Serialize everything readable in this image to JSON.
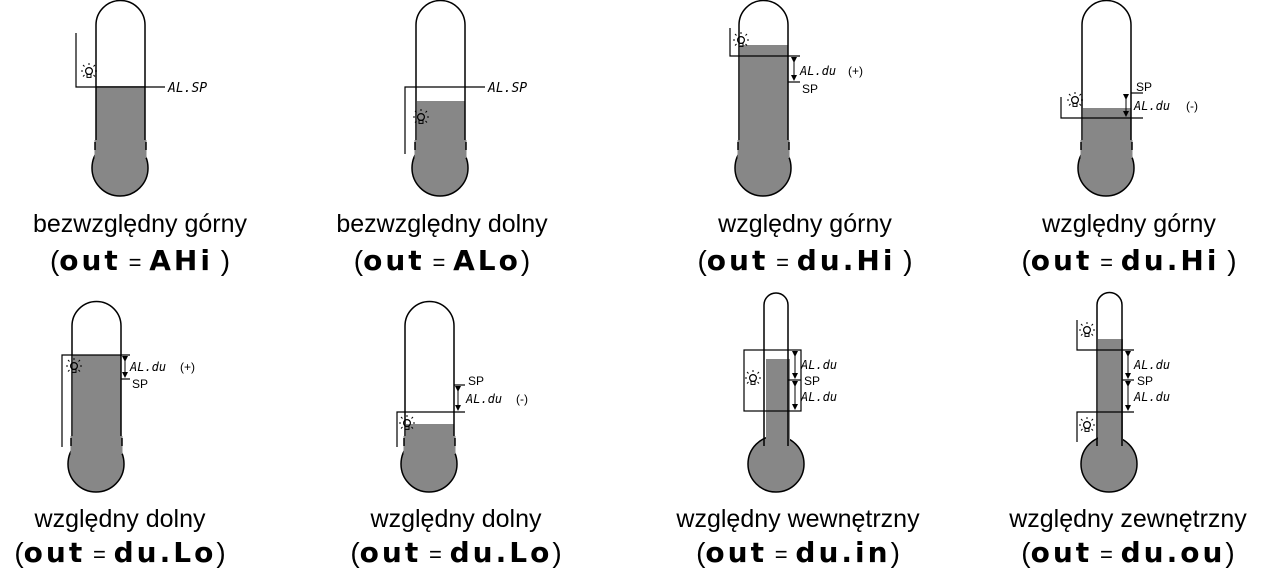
{
  "colors": {
    "fill": "#878787",
    "stroke": "#000000"
  },
  "icon": "alarm-bulb-icon",
  "panels": [
    {
      "caption": "bezwzględny górny",
      "open": "(",
      "code": "out",
      "eq": "=",
      "value": "AHi",
      "close": ")",
      "labels": {
        "al_sp": "AL.SP"
      }
    },
    {
      "caption": "bezwzględny dolny",
      "open": "(",
      "code": "out",
      "eq": "=",
      "value": "ALo",
      "close": ")",
      "labels": {
        "al_sp": "AL.SP"
      }
    },
    {
      "caption": "względny górny",
      "open": "(",
      "code": "out",
      "eq": "=",
      "value": "du.Hi",
      "close": ")",
      "labels": {
        "al_du": "AL.du",
        "sign": "(+)",
        "sp": "SP"
      }
    },
    {
      "caption": "względny górny",
      "open": "(",
      "code": "out",
      "eq": "=",
      "value": "du.Hi",
      "close": ")",
      "labels": {
        "sp": "SP",
        "al_du": "AL.du",
        "sign": "(-)"
      }
    },
    {
      "caption": "względny dolny",
      "open": "(",
      "code": "out",
      "eq": "=",
      "value": "du.Lo",
      "close": ")",
      "labels": {
        "al_du": "AL.du",
        "sign": "(+)",
        "sp": "SP"
      }
    },
    {
      "caption": "względny dolny",
      "open": "(",
      "code": "out",
      "eq": "=",
      "value": "du.Lo",
      "close": ")",
      "labels": {
        "sp": "SP",
        "al_du": "AL.du",
        "sign": "(-)"
      }
    },
    {
      "caption": "względny wewnętrzny",
      "open": "(",
      "code": "out",
      "eq": "=",
      "value": "du.in",
      "close": ")",
      "labels": {
        "al_du_top": "AL.du",
        "sp": "SP",
        "al_du_bot": "AL.du"
      }
    },
    {
      "caption": "względny zewnętrzny",
      "open": "(",
      "code": "out",
      "eq": "=",
      "value": "du.ou",
      "close": ")",
      "labels": {
        "al_du_top": "AL.du",
        "sp": "SP",
        "al_du_bot": "AL.du"
      }
    }
  ]
}
